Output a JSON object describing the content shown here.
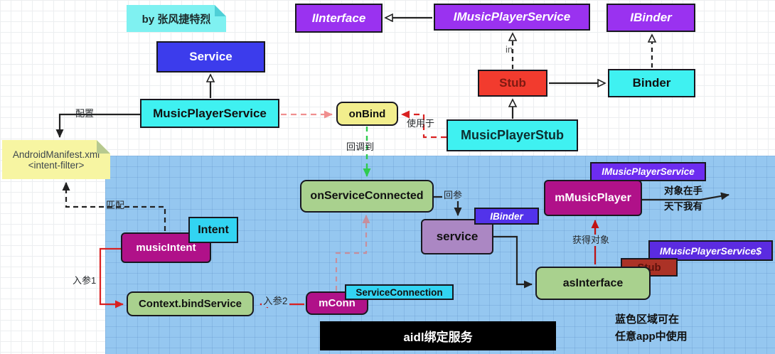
{
  "notes": {
    "author": "by 张风捷特烈",
    "manifest_line1": "AndroidManifest.xml",
    "manifest_line2": "<intent-filter>"
  },
  "nodes": {
    "service": "Service",
    "music_player_service": "MusicPlayerService",
    "iinterface": "IInterface",
    "imusic_player_service": "IMusicPlayerService",
    "ibinder_top": "IBinder",
    "stub": "Stub",
    "binder": "Binder",
    "music_player_stub": "MusicPlayerStub",
    "on_bind": "onBind",
    "on_service_connected": "onServiceConnected",
    "service_param": "service",
    "ibinder_label": "IBinder",
    "m_music_player": "mMusicPlayer",
    "imps_label": "IMusicPlayerService",
    "imps_dollar_label": "IMusicPlayerService$",
    "stub_label": "Stub",
    "as_interface": "asInterface",
    "music_intent": "musicIntent",
    "intent_label": "Intent",
    "context_bind_service": "Context.bindService",
    "m_conn": "mConn",
    "service_connection_label": "ServiceConnection"
  },
  "edge_labels": {
    "peizhi": "配置",
    "pipei": "匹配",
    "in": "in",
    "shiyongyu": "使用于",
    "huidiaodao": "回调到",
    "huican": "回参",
    "huode": "获得对象",
    "rucan1": "入参1",
    "rucan2": "入参2"
  },
  "slogan": {
    "line1": "对象在手",
    "line2": "天下我有"
  },
  "footnote": {
    "line1": "蓝色区域可在",
    "line2": "任意app中使用"
  },
  "banner": {
    "title": "aidl绑定服务"
  },
  "colors": {
    "top_purple": "#9a32f0",
    "label_violet": "#5b2be0",
    "node_cyan": "#3ff1f1",
    "service_blue": "#3c3cec",
    "stub_red": "#f23b2e",
    "magenta": "#b01189",
    "green_node": "#a9d18e",
    "onbind_yellow": "#f2ee8d",
    "service_mauve": "#ab87c3",
    "note_yellow": "#f7f5a2",
    "note_cyan": "#7ff1f1",
    "region_blue": "#95c7f0",
    "brick_stub": "#ab3226",
    "intent_cyan": "#32d4f2"
  }
}
